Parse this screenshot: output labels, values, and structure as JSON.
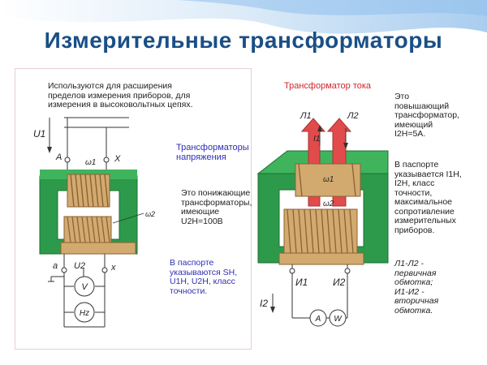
{
  "title": "Измерительные трансформаторы",
  "left": {
    "intro": [
      "Используются для расширения",
      "пределов измерения приборов, для",
      "измерения в высоковольтных цепях."
    ],
    "heading": [
      "Трансформаторы",
      "напряжения"
    ],
    "desc": [
      "Это понижающие",
      "трансформаторы,",
      "имеющие",
      "U2H=100В"
    ],
    "passport": [
      "В паспорте",
      "указываются SH,",
      "U1H, U2H, класс",
      "точности."
    ],
    "labels": {
      "u1": "U1",
      "a_upper": "A",
      "x_upper": "X",
      "w1": "ω1",
      "w2": "ω2",
      "a_lower": "a",
      "x_lower": "x",
      "u2": "U2",
      "voltmeter": "V",
      "hz": "Hz"
    }
  },
  "right": {
    "heading": "Трансформатор тока",
    "desc": [
      "Это",
      "повышающий",
      "трансформатор,",
      "имеющий",
      "I2H=5А."
    ],
    "passport": [
      "В паспорте",
      "указывается I1H,",
      "I2H, класс",
      "точности,",
      "максимальное",
      "сопротивление",
      "измерительных",
      "приборов."
    ],
    "windings": [
      "Л1-Л2 -",
      "первичная",
      "обмотка;",
      "И1-И2 -",
      "вторичная",
      "обмотка."
    ],
    "labels": {
      "l1": "Л1",
      "l2": "Л2",
      "i1": "I1",
      "w1": "ω1",
      "w2": "ω2",
      "i_1": "И1",
      "i_2": "И2",
      "i2": "I2",
      "ammeter": "A",
      "wattmeter": "W"
    }
  },
  "colors": {
    "title": "#1a4f86",
    "core_green": "#2c9a4a",
    "core_dark": "#1f6e35",
    "coil_tan": "#d2aa70",
    "coil_dark": "#8a6232",
    "bus_red": "#e14b4b",
    "heading_red": "#d0262c",
    "text_blue": "#2f2fb3"
  }
}
